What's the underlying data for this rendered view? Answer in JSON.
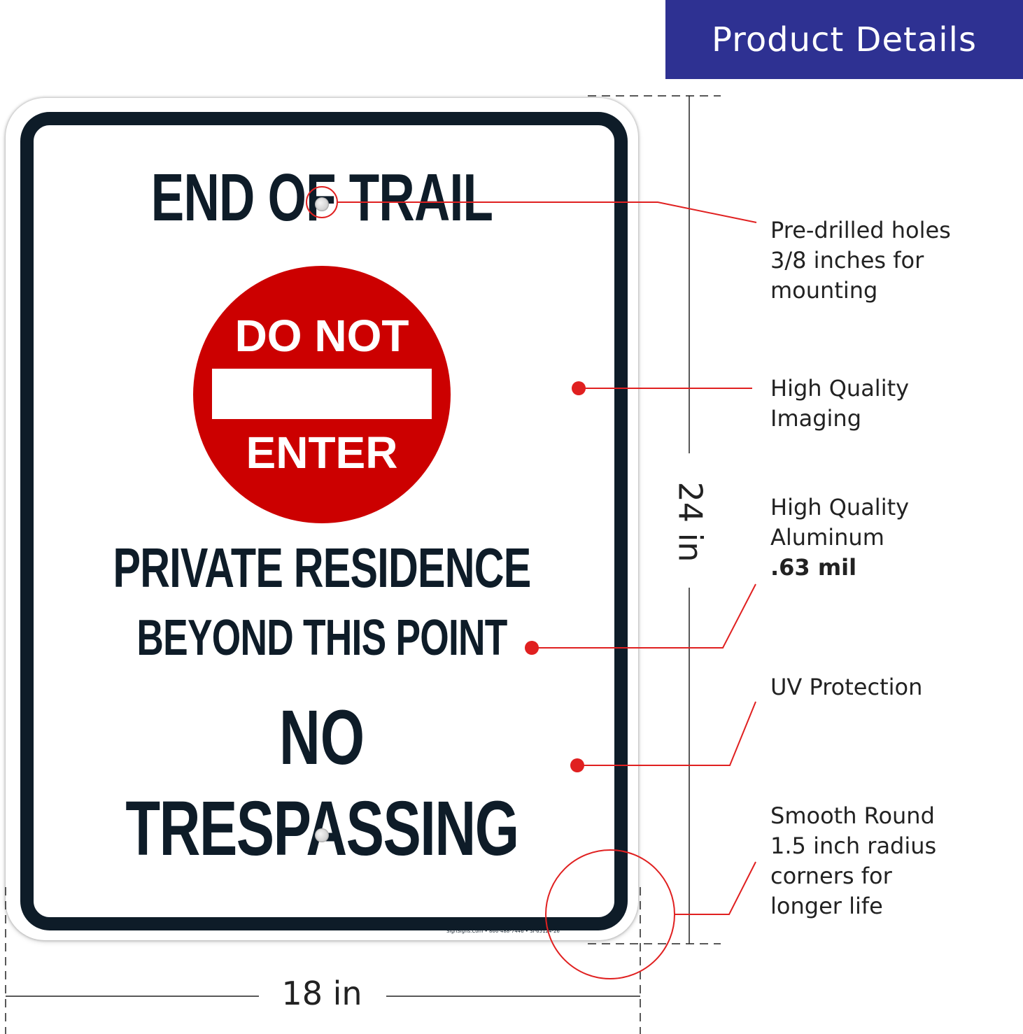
{
  "header": {
    "title": "Product Details"
  },
  "sign": {
    "line1": "END OF TRAIL",
    "do_not_enter": {
      "top": "DO NOT",
      "bottom": "ENTER"
    },
    "line2": "PRIVATE RESIDENCE",
    "line3": "BEYOND THIS POINT",
    "line4": "NO",
    "line5": "TRESPASSING",
    "fine_print": "SignSigns.Com • 866-488-7446 • SI-65124-26"
  },
  "callouts": [
    {
      "lines": [
        "Pre-drilled holes",
        "3/8 inches for",
        "mounting"
      ]
    },
    {
      "lines": [
        "High Quality",
        "Imaging"
      ]
    },
    {
      "lines": [
        "High Quality",
        "Aluminum"
      ],
      "bold": ".63 mil"
    },
    {
      "lines": [
        "UV Protection"
      ]
    },
    {
      "lines": [
        "Smooth Round",
        "1.5 inch radius",
        "corners for",
        "longer life"
      ]
    }
  ],
  "dimensions": {
    "height": "24 in",
    "width": "18 in"
  },
  "colors": {
    "banner": "#2e3192",
    "sign_text": "#0e1c28",
    "sign_red": "#cc0000",
    "callout_line": "#e02020"
  }
}
